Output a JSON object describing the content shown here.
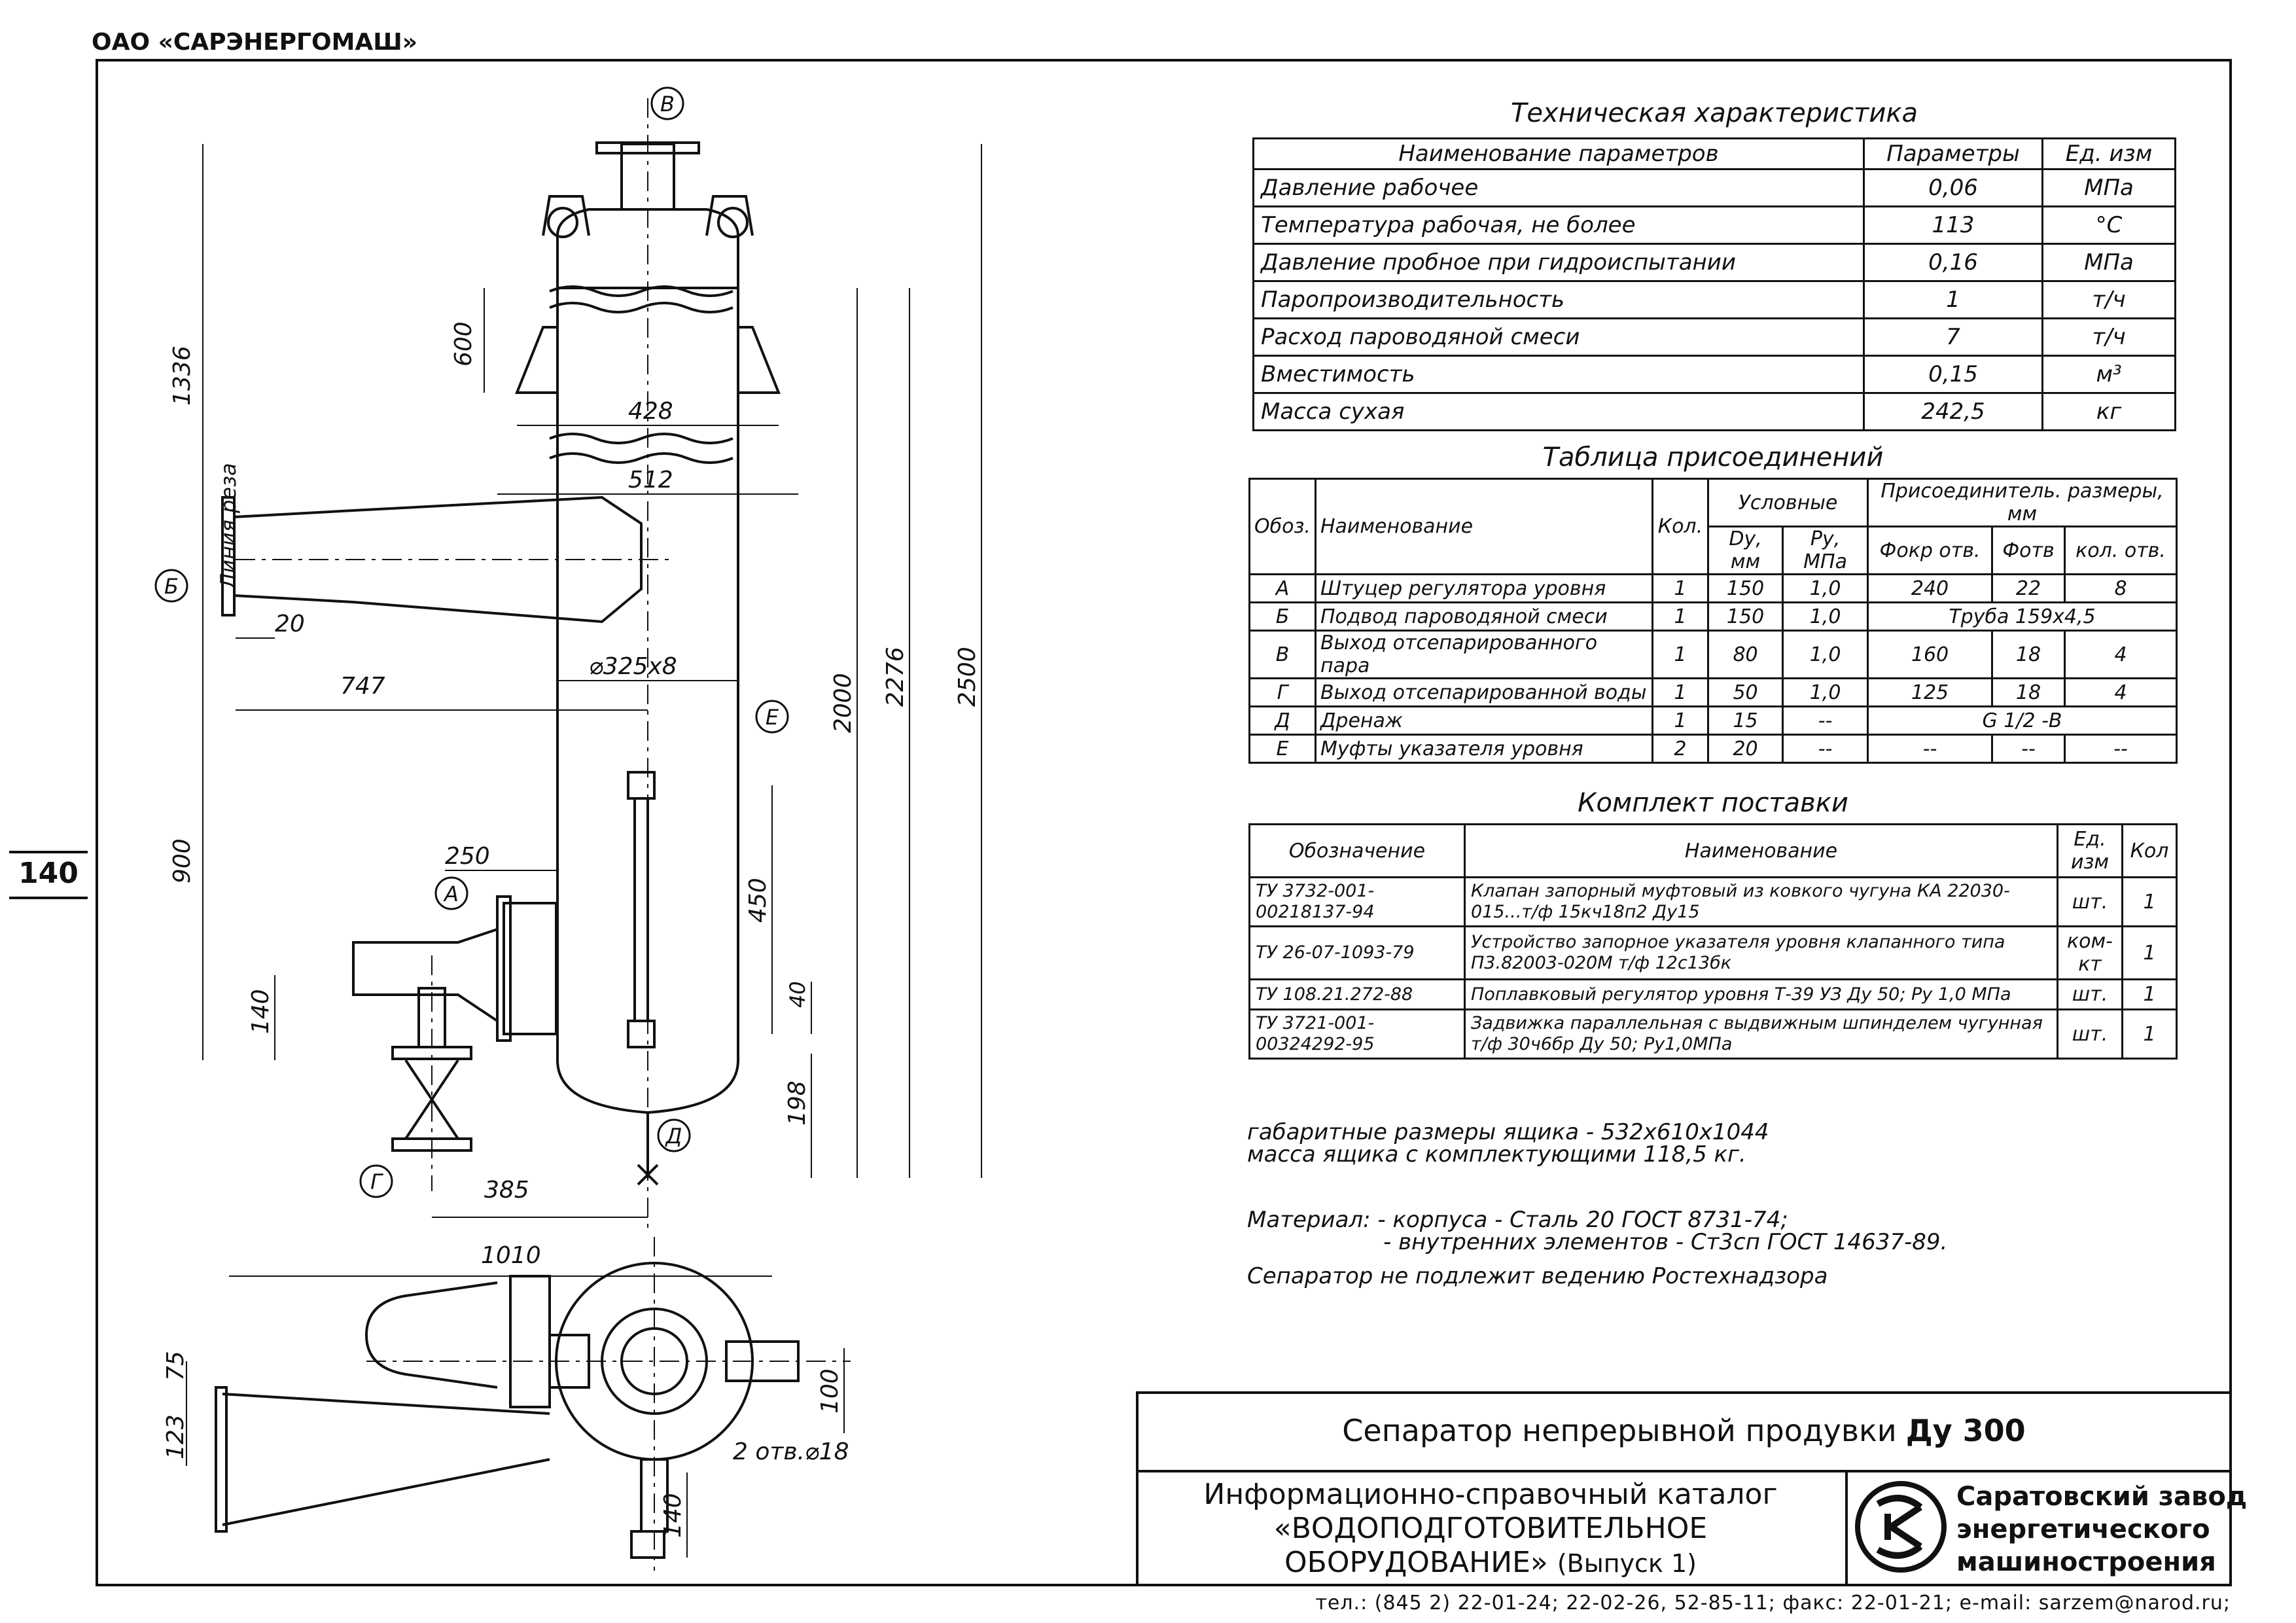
{
  "header": {
    "company": "ОАО «САРЭНЕРГОМАШ»",
    "page_number": "140"
  },
  "drawing": {
    "dims": {
      "d1336": "1336",
      "d600": "600",
      "d428": "428",
      "d512": "512",
      "d20": "20",
      "d747": "747",
      "d325": "⌀325x8",
      "d2000": "2000",
      "d2276": "2276",
      "d2500": "2500",
      "d900": "900",
      "d250": "250",
      "d450": "450",
      "d40": "40",
      "d140a": "140",
      "d198": "198",
      "d385": "385",
      "d1010": "1010",
      "d75": "75",
      "d123": "123",
      "d100": "100",
      "d140b": "140",
      "holes": "2 отв.⌀18",
      "cut_line": "Линия реза"
    },
    "markers": {
      "v": "В",
      "b": "Б",
      "e": "Е",
      "a": "А",
      "g": "Г",
      "d": "Д"
    }
  },
  "tech": {
    "title": "Техническая характеристика",
    "headers": [
      "Наименование параметров",
      "Параметры",
      "Ед. изм"
    ],
    "rows": [
      [
        "Давление рабочее",
        "0,06",
        "МПа"
      ],
      [
        "Температура рабочая, не более",
        "113",
        "°С"
      ],
      [
        "Давление пробное при гидроиспытании",
        "0,16",
        "МПа"
      ],
      [
        "Паропроизводительность",
        "1",
        "т/ч"
      ],
      [
        "Расход пароводяной смеси",
        "7",
        "т/ч"
      ],
      [
        "Вместимость",
        "0,15",
        "м³"
      ],
      [
        "Масса сухая",
        "242,5",
        "кг"
      ]
    ]
  },
  "connections": {
    "title": "Таблица присоединений",
    "h_obozn": "Обоз.",
    "h_name": "Наименование",
    "h_kol": "Кол.",
    "h_uslovnye": "Условные",
    "h_prisoed": "Присоединитель. размеры, мм",
    "h_du": "Dу, мм",
    "h_py": "Ру, МПа",
    "h_fokr": "Фокр отв.",
    "h_fotv": "Фотв",
    "h_kolotv": "кол. отв.",
    "rows": [
      {
        "o": "А",
        "n": "Штуцер регулятора уровня",
        "k": "1",
        "du": "150",
        "py": "1,0",
        "f1": "240",
        "f2": "22",
        "f3": "8"
      },
      {
        "o": "Б",
        "n": "Подвод пароводяной смеси",
        "k": "1",
        "du": "150",
        "py": "1,0",
        "span": "Труба 159x4,5"
      },
      {
        "o": "В",
        "n": "Выход отсепарированного пара",
        "k": "1",
        "du": "80",
        "py": "1,0",
        "f1": "160",
        "f2": "18",
        "f3": "4"
      },
      {
        "o": "Г",
        "n": "Выход отсепарированной воды",
        "k": "1",
        "du": "50",
        "py": "1,0",
        "f1": "125",
        "f2": "18",
        "f3": "4"
      },
      {
        "o": "Д",
        "n": "Дренаж",
        "k": "1",
        "du": "15",
        "py": "--",
        "span": "G 1/2 -В"
      },
      {
        "o": "Е",
        "n": "Муфты указателя уровня",
        "k": "2",
        "du": "20",
        "py": "--",
        "f1": "--",
        "f2": "--",
        "f3": "--"
      }
    ]
  },
  "kit": {
    "title": "Комплект поставки",
    "headers": [
      "Обозначение",
      "Наименование",
      "Ед. изм",
      "Кол"
    ],
    "rows": [
      {
        "code": "ТУ 3732-001-00218137-94",
        "name": "Клапан запорный муфтовый из ковкого чугуна КА 22030-015...т/ф 15кч18п2 Ду15",
        "unit": "шт.",
        "qty": "1"
      },
      {
        "code": "ТУ 26-07-1093-79",
        "name": "Устройство запорное указателя уровня клапанного типа П3.82003-020М т/ф 12с13бк",
        "unit": "ком-кт",
        "qty": "1"
      },
      {
        "code": "ТУ 108.21.272-88",
        "name": "Поплавковый регулятор уровня Т-39 УЗ Ду 50; Ру 1,0 МПа",
        "unit": "шт.",
        "qty": "1"
      },
      {
        "code": "ТУ 3721-001-00324292-95",
        "name": "Задвижка параллельная с выдвижным шпинделем чугунная т/ф 30ч6бр Ду 50; Ру1,0МПа",
        "unit": "шт.",
        "qty": "1"
      }
    ]
  },
  "notes": {
    "box_dims": "габаритные размеры ящика  - 532x610x1044",
    "box_mass": "масса ящика с комплектующими 118,5 кг.",
    "material_1": "Материал: - корпуса - Сталь 20 ГОСТ 8731-74;",
    "material_2": "- внутренних элементов - Ст3сп ГОСТ 14637-89.",
    "rostekh": "Сепаратор не подлежит ведению Ростехнадзора"
  },
  "titleblock": {
    "product": "Сепаратор непрерывной продувки",
    "product_bold": "Ду 300",
    "catalog_1": "Информационно-справочный каталог",
    "catalog_2": "«ВОДОПОДГОТОВИТЕЛЬНОЕ",
    "catalog_3": "ОБОРУДОВАНИЕ»",
    "catalog_issue": "(Выпуск 1)",
    "plant_1": "Саратовский завод",
    "plant_2": "энергетического",
    "plant_3": "машиностроения"
  },
  "footer": {
    "contacts": "тел.: (845 2) 22-01-24; 22-02-26, 52-85-11; факс: 22-01-21; e-mail: sarzem@narod.ru;"
  }
}
